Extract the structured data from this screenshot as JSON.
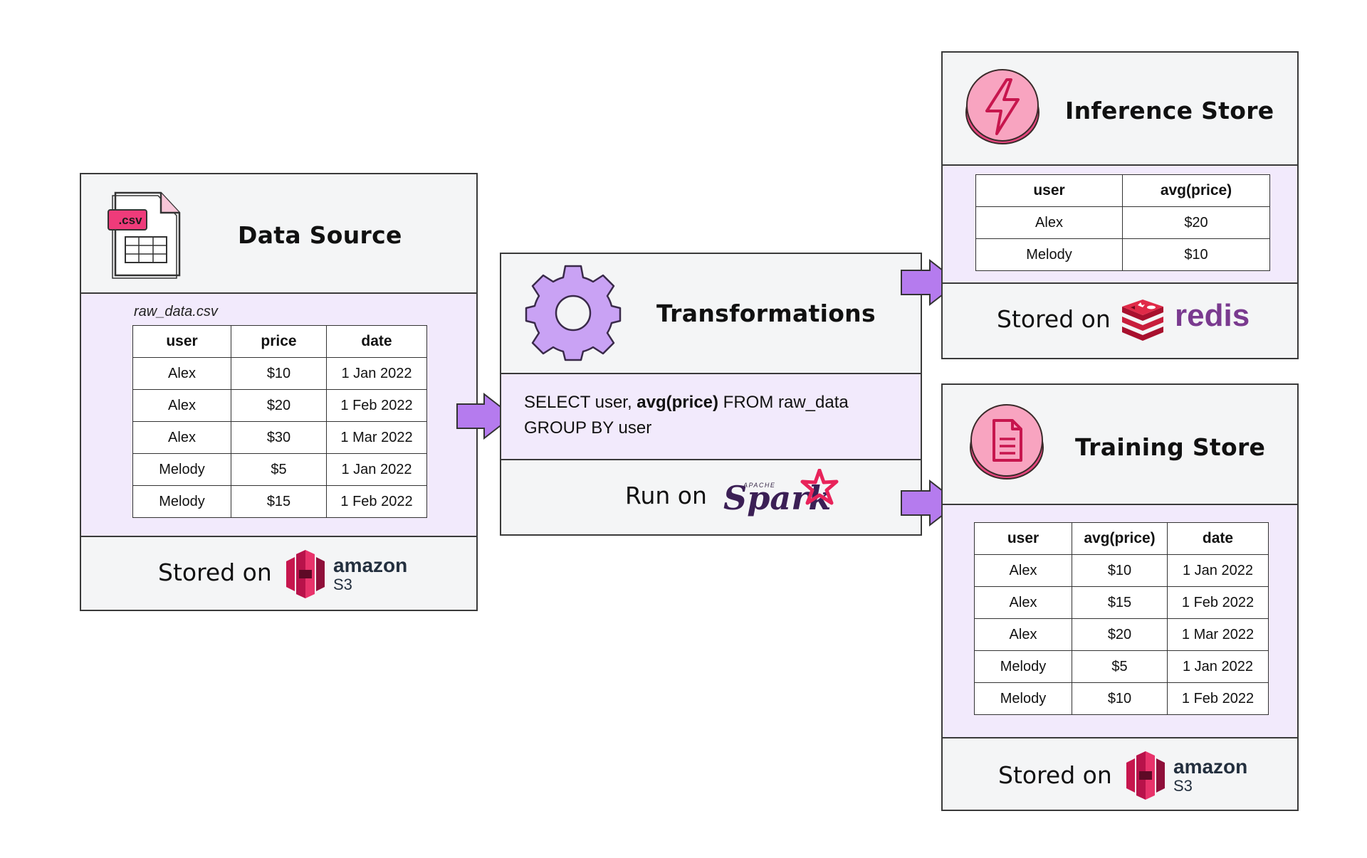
{
  "colors": {
    "band": "#f2eafc",
    "panel": "#f4f5f6",
    "arrow": "#b57bee",
    "pink": "#f07ca6",
    "spark_star": "#e8235a",
    "redis_text": "#7a3a8f",
    "s3_red": "#c7164e"
  },
  "data_source": {
    "title": "Data Source",
    "icon_badge": ".csv",
    "file_name": "raw_data.csv",
    "table": {
      "headers": [
        "user",
        "price",
        "date"
      ],
      "rows": [
        [
          "Alex",
          "$10",
          "1 Jan 2022"
        ],
        [
          "Alex",
          "$20",
          "1 Feb 2022"
        ],
        [
          "Alex",
          "$30",
          "1 Mar 2022"
        ],
        [
          "Melody",
          "$5",
          "1 Jan 2022"
        ],
        [
          "Melody",
          "$15",
          "1 Feb 2022"
        ]
      ]
    },
    "stored_label": "Stored on",
    "storage_logo": {
      "word": "amazon",
      "sub": "S3"
    }
  },
  "transformations": {
    "title": "Transformations",
    "sql": {
      "part1": "SELECT user, ",
      "bold": "avg(price)",
      "part2": " FROM raw_data",
      "line2": "GROUP BY user"
    },
    "run_label": "Run on",
    "engine_logo": {
      "small": "APACHE",
      "word": "Spark"
    }
  },
  "inference_store": {
    "title": "Inference Store",
    "table": {
      "headers": [
        "user",
        "avg(price)"
      ],
      "rows": [
        [
          "Alex",
          "$20"
        ],
        [
          "Melody",
          "$10"
        ]
      ]
    },
    "stored_label": "Stored on",
    "storage_logo": {
      "word": "redis"
    }
  },
  "training_store": {
    "title": "Training Store",
    "table": {
      "headers": [
        "user",
        "avg(price)",
        "date"
      ],
      "rows": [
        [
          "Alex",
          "$10",
          "1 Jan 2022"
        ],
        [
          "Alex",
          "$15",
          "1 Feb 2022"
        ],
        [
          "Alex",
          "$20",
          "1 Mar 2022"
        ],
        [
          "Melody",
          "$5",
          "1 Jan 2022"
        ],
        [
          "Melody",
          "$10",
          "1 Feb 2022"
        ]
      ]
    },
    "stored_label": "Stored on",
    "storage_logo": {
      "word": "amazon",
      "sub": "S3"
    }
  }
}
